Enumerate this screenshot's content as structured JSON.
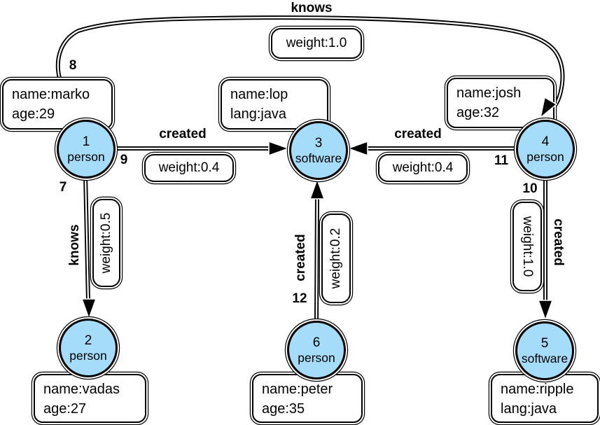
{
  "colors": {
    "node_fill": "#A4DCF9",
    "edge": "#000000",
    "background": "#FFFFFF",
    "text": "#000000"
  },
  "nodes": [
    {
      "id": "1",
      "label": "person",
      "properties": [
        "name:marko",
        "age:29"
      ]
    },
    {
      "id": "2",
      "label": "person",
      "properties": [
        "name:vadas",
        "age:27"
      ]
    },
    {
      "id": "3",
      "label": "software",
      "properties": [
        "name:lop",
        "lang:java"
      ]
    },
    {
      "id": "4",
      "label": "person",
      "properties": [
        "name:josh",
        "age:32"
      ]
    },
    {
      "id": "5",
      "label": "software",
      "properties": [
        "name:ripple",
        "lang:java"
      ]
    },
    {
      "id": "6",
      "label": "person",
      "properties": [
        "name:peter",
        "age:35"
      ]
    }
  ],
  "edges": [
    {
      "id": "7",
      "label": "knows",
      "weight": "weight:0.5",
      "from": "1",
      "to": "2"
    },
    {
      "id": "8",
      "label": "knows",
      "weight": "weight:1.0",
      "from": "1",
      "to": "4"
    },
    {
      "id": "9",
      "label": "created",
      "weight": "weight:0.4",
      "from": "1",
      "to": "3"
    },
    {
      "id": "10",
      "label": "created",
      "weight": "weight:1.0",
      "from": "4",
      "to": "5"
    },
    {
      "id": "11",
      "label": "created",
      "weight": "weight:0.4",
      "from": "4",
      "to": "3"
    },
    {
      "id": "12",
      "label": "created",
      "weight": "weight:0.2",
      "from": "6",
      "to": "3"
    }
  ]
}
